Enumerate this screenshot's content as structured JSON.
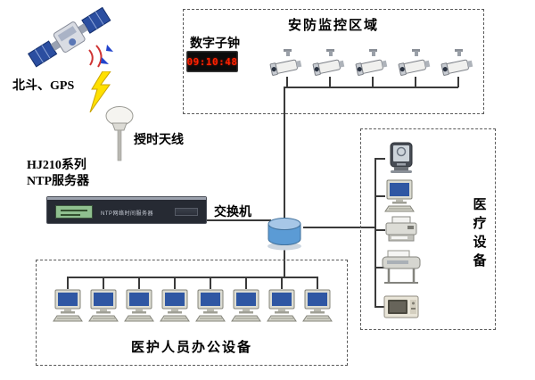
{
  "colors": {
    "zone_border": "#595959",
    "connector_line": "#3a3a3a",
    "clock_digits": "#ff2200",
    "switch_blue": "#5b9bd5",
    "lightning_yellow": "#ffe000",
    "solar_panel_blue": "#2b4ea0"
  },
  "gps": {
    "label": "北斗、GPS"
  },
  "antenna": {
    "label": "授时天线"
  },
  "ntp_server": {
    "label_line1": "HJ210系列",
    "label_line2": "NTP服务器",
    "panel_text": "NTP网络时间服务器"
  },
  "switch": {
    "label": "交换机"
  },
  "security_zone": {
    "title": "安防监控区域",
    "clock_label": "数字子钟",
    "clock_time": "09:10:48",
    "camera_count": 5
  },
  "medical_zone": {
    "title": "医疗设备",
    "title_chars": [
      "医",
      "疗",
      "设",
      "备"
    ],
    "device_count": 5
  },
  "office_zone": {
    "title": "医护人员办公设备",
    "computer_count": 8
  }
}
